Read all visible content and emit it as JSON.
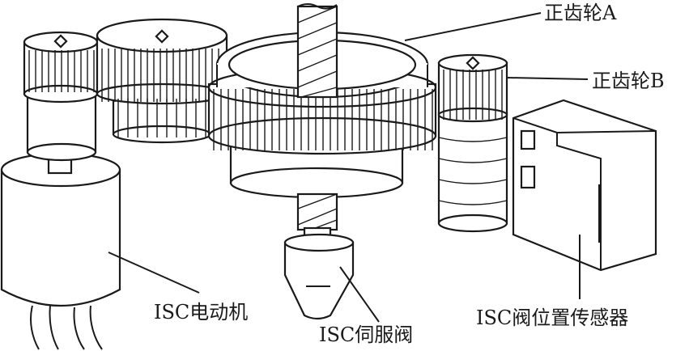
{
  "labels": {
    "gear_a": "正齿轮A",
    "gear_b": "正齿轮B",
    "motor": "ISC电动机",
    "servo_valve": "ISC伺服阀",
    "position_sensor": "ISC阀位置传感器"
  },
  "colors": {
    "stroke": "#1a1a1a",
    "background": "#ffffff"
  }
}
